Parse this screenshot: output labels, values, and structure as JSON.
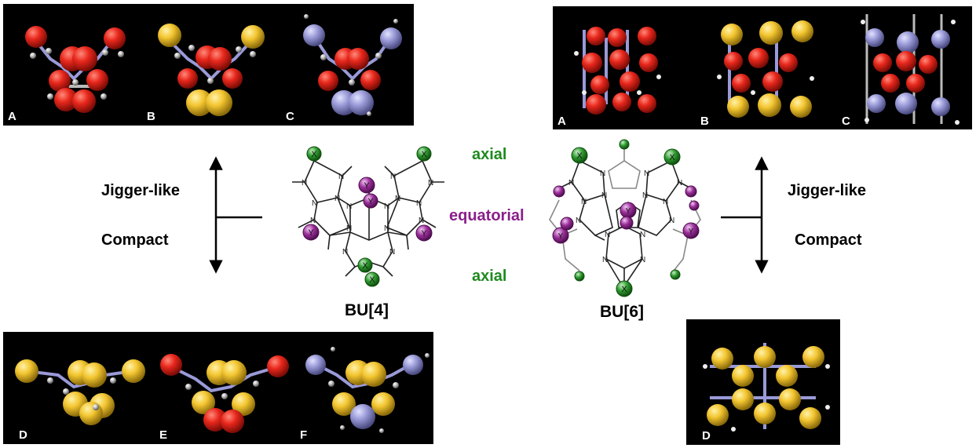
{
  "left_side": {
    "top_panel_labels": [
      "A",
      "B",
      "C"
    ],
    "bottom_panel_labels": [
      "D",
      "E",
      "F"
    ],
    "upper_label": "Jigger-like",
    "lower_label": "Compact",
    "molecule_name": "BU[4]"
  },
  "right_side": {
    "top_panel_labels": [
      "A",
      "B",
      "C"
    ],
    "bottom_panel_labels": [
      "D"
    ],
    "upper_label": "Jigger-like",
    "lower_label": "Compact",
    "molecule_name": "BU[6]"
  },
  "positions": {
    "axial_top": "axial",
    "equatorial": "equatorial",
    "axial_bottom": "axial"
  },
  "substituents": {
    "x": "X",
    "y": "Y"
  },
  "colors": {
    "oxygen": "#e8271c",
    "sulfur": "#f3c530",
    "nmethyl": "#9a9ad8",
    "axial_green": "#1f8a1f",
    "equatorial_purple": "#8a1f8a"
  }
}
